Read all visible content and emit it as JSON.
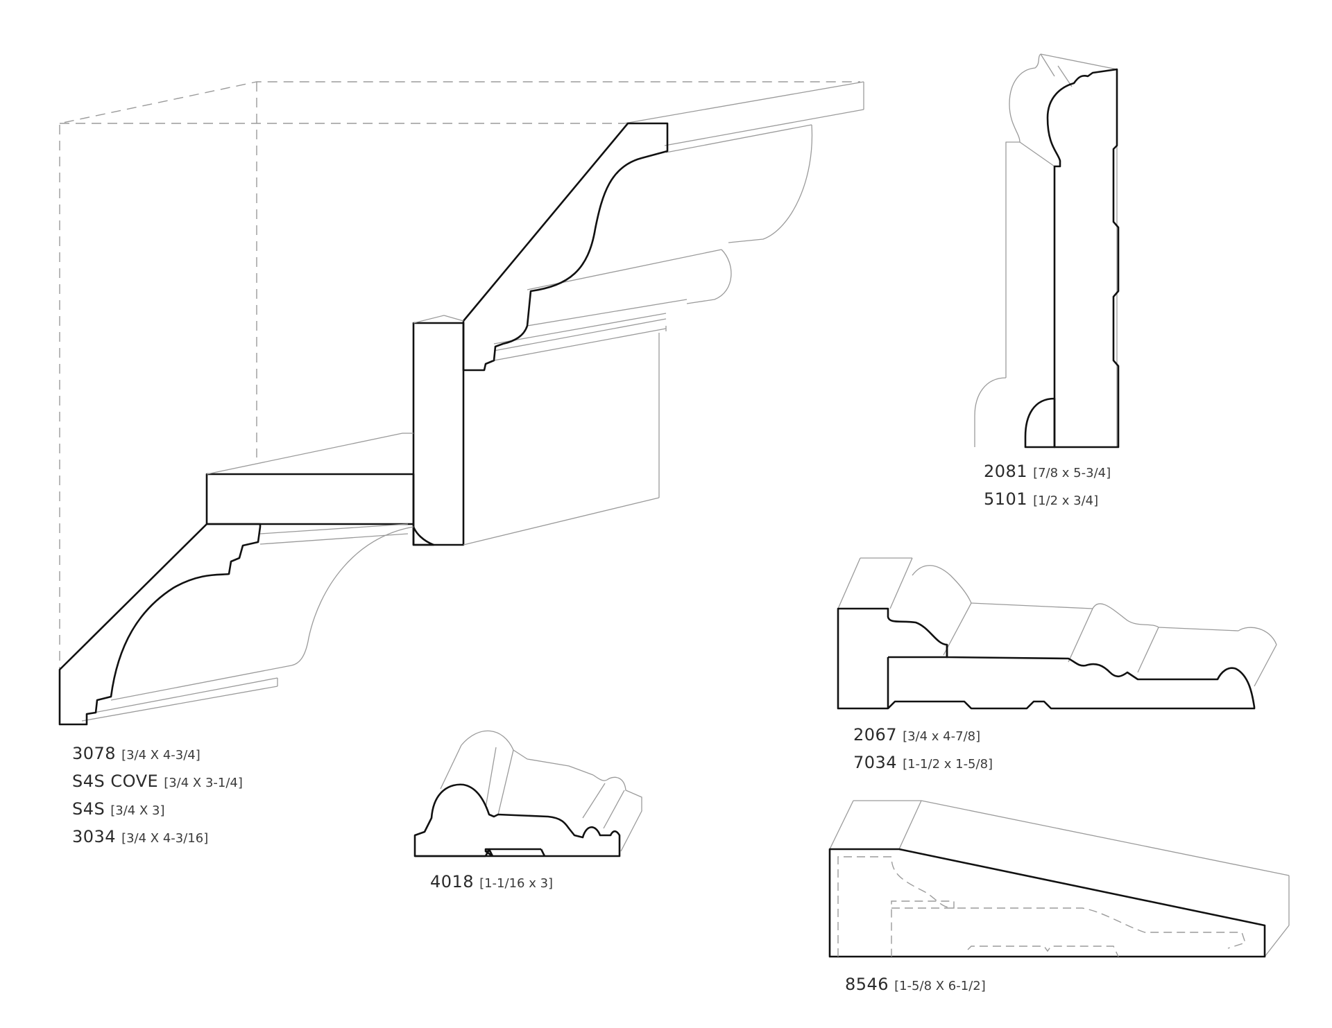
{
  "labels": {
    "crown_assembly": [
      {
        "code": "3078",
        "dim": "[3/4 X 4-3/4]"
      },
      {
        "code": "S4S COVE",
        "dim": "[3/4 X 3-1/4]"
      },
      {
        "code": "S4S",
        "dim": "[3/4 X 3]"
      },
      {
        "code": "3034",
        "dim": "[3/4 X 4-3/16]"
      }
    ],
    "bed_mould": [
      {
        "code": "4018",
        "dim": "[1-1/16 x 3]"
      }
    ],
    "base_assembly": [
      {
        "code": "2081",
        "dim": "[7/8 x 5-3/4]"
      },
      {
        "code": "5101",
        "dim": "[1/2 x 3/4]"
      }
    ],
    "casing_assembly": [
      {
        "code": "2067",
        "dim": "[3/4 x 4-7/8]"
      },
      {
        "code": "7034",
        "dim": "[1-1/2 x 1-5/8]"
      }
    ],
    "sill": [
      {
        "code": "8546",
        "dim": "[1-5/8 X 6-1/2]"
      }
    ]
  },
  "colors": {
    "profile_outline": "#111111",
    "thin_line": "#9a9a9a",
    "text": "#2a2a2a"
  }
}
